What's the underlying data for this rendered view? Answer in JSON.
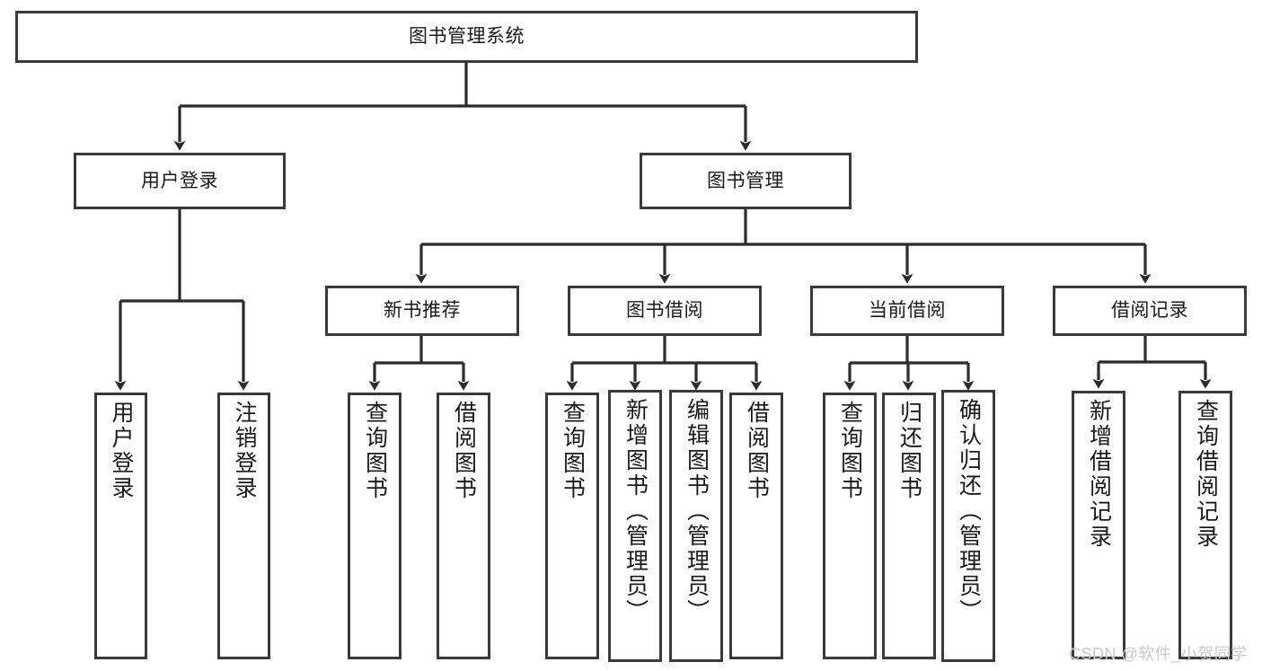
{
  "diagram": {
    "type": "tree",
    "title": "图书管理系统",
    "orientation": "top-down",
    "watermark": "CSDN @软件_小贺同学",
    "colors": {
      "box_border": "#3a3a3a",
      "box_fill": "#ffffff",
      "edge": "#2b2b2b",
      "text": "#1a1a1a",
      "watermark": "#c9c9c9",
      "background": "#ffffff"
    },
    "nodes": {
      "root": {
        "label": "图书管理系统"
      },
      "level1": [
        {
          "id": "user-login",
          "label": "用户登录"
        },
        {
          "id": "book-manage",
          "label": "图书管理"
        }
      ],
      "level2": [
        {
          "id": "new-book-recommend",
          "label": "新书推荐"
        },
        {
          "id": "book-borrow",
          "label": "图书借阅"
        },
        {
          "id": "current-borrow",
          "label": "当前借阅"
        },
        {
          "id": "borrow-record",
          "label": "借阅记录"
        }
      ],
      "leaves": {
        "user_login": [
          {
            "id": "leaf-user-login",
            "label": "用户登录"
          },
          {
            "id": "leaf-user-logout",
            "label": "注销登录"
          }
        ],
        "new_book_recommend": [
          {
            "id": "leaf-query-book-1",
            "label": "查询图书"
          },
          {
            "id": "leaf-borrow-book-1",
            "label": "借阅图书"
          }
        ],
        "book_borrow": [
          {
            "id": "leaf-query-book-2",
            "label": "查询图书"
          },
          {
            "id": "leaf-add-book",
            "label": "新增图书（管理员）"
          },
          {
            "id": "leaf-edit-book",
            "label": "编辑图书（管理员）"
          },
          {
            "id": "leaf-borrow-book-2",
            "label": "借阅图书"
          }
        ],
        "current_borrow": [
          {
            "id": "leaf-query-book-3",
            "label": "查询图书"
          },
          {
            "id": "leaf-return-book",
            "label": "归还图书"
          },
          {
            "id": "leaf-confirm-return",
            "label": "确认归还（管理员）"
          }
        ],
        "borrow_record": [
          {
            "id": "leaf-add-record",
            "label": "新增借阅记录"
          },
          {
            "id": "leaf-query-record",
            "label": "查询借阅记录"
          }
        ]
      }
    },
    "edges": [
      {
        "from": "图书管理系统",
        "to": "用户登录"
      },
      {
        "from": "图书管理系统",
        "to": "图书管理"
      },
      {
        "from": "用户登录",
        "to": "用户登录"
      },
      {
        "from": "用户登录",
        "to": "注销登录"
      },
      {
        "from": "图书管理",
        "to": "新书推荐"
      },
      {
        "from": "图书管理",
        "to": "图书借阅"
      },
      {
        "from": "图书管理",
        "to": "当前借阅"
      },
      {
        "from": "图书管理",
        "to": "借阅记录"
      },
      {
        "from": "新书推荐",
        "to": "查询图书"
      },
      {
        "from": "新书推荐",
        "to": "借阅图书"
      },
      {
        "from": "图书借阅",
        "to": "查询图书"
      },
      {
        "from": "图书借阅",
        "to": "新增图书（管理员）"
      },
      {
        "from": "图书借阅",
        "to": "编辑图书（管理员）"
      },
      {
        "from": "图书借阅",
        "to": "借阅图书"
      },
      {
        "from": "当前借阅",
        "to": "查询图书"
      },
      {
        "from": "当前借阅",
        "to": "归还图书"
      },
      {
        "from": "当前借阅",
        "to": "确认归还（管理员）"
      },
      {
        "from": "借阅记录",
        "to": "新增借阅记录"
      },
      {
        "from": "借阅记录",
        "to": "查询借阅记录"
      }
    ]
  }
}
